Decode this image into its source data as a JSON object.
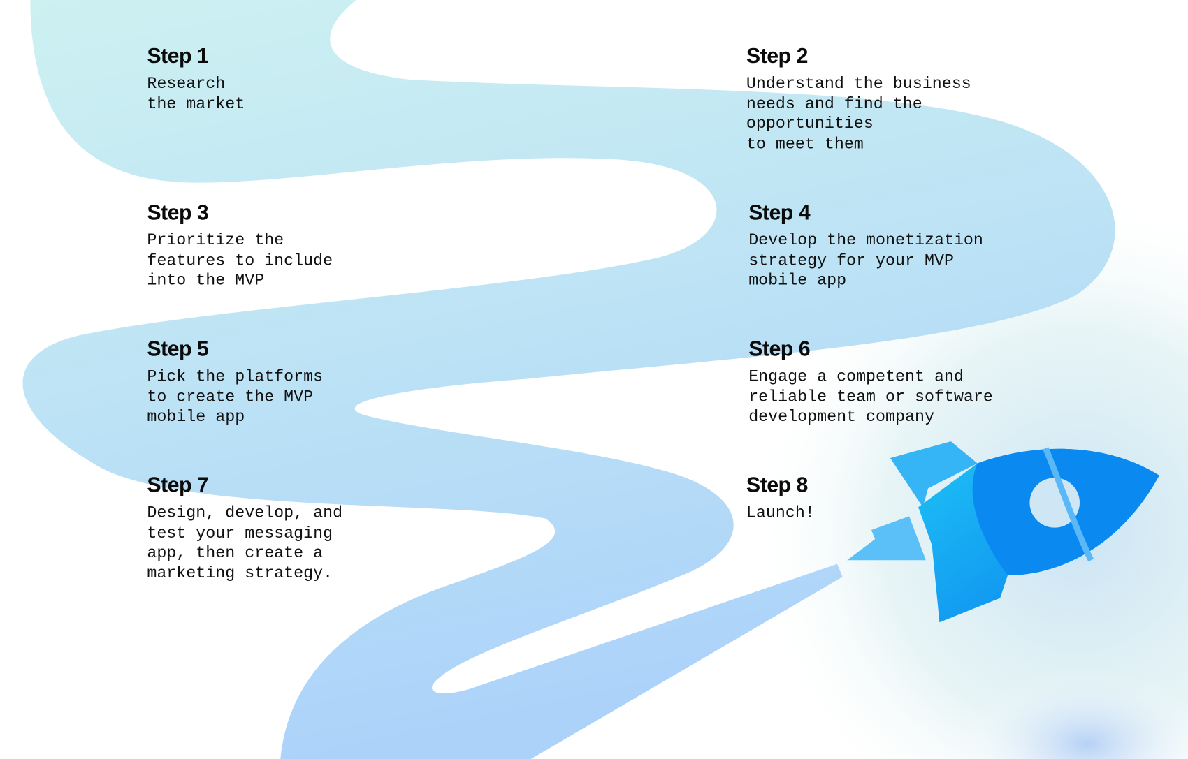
{
  "steps": [
    {
      "title": "Step 1",
      "text": "Research\nthe market"
    },
    {
      "title": "Step 2",
      "text": "Understand the business\nneeds and find the\nopportunities\nto meet them"
    },
    {
      "title": "Step 3",
      "text": "Prioritize the\nfeatures to include\ninto the MVP"
    },
    {
      "title": "Step 4",
      "text": "Develop the monetization\nstrategy for your MVP\nmobile app"
    },
    {
      "title": "Step 5",
      "text": "Pick the platforms\nto create the MVP\nmobile app"
    },
    {
      "title": "Step 6",
      "text": "Engage a competent and\nreliable team or software\ndevelopment company"
    },
    {
      "title": "Step 7",
      "text": "Design, develop, and\ntest your messaging\napp, then create a\nmarketing strategy."
    },
    {
      "title": "Step 8",
      "text": "Launch!"
    }
  ],
  "colors": {
    "ribbon_top": "#cdf1f1",
    "ribbon_bottom": "#acd2fa",
    "rocket_dark": "#0a8af0",
    "rocket_light": "#1ec2f5"
  }
}
